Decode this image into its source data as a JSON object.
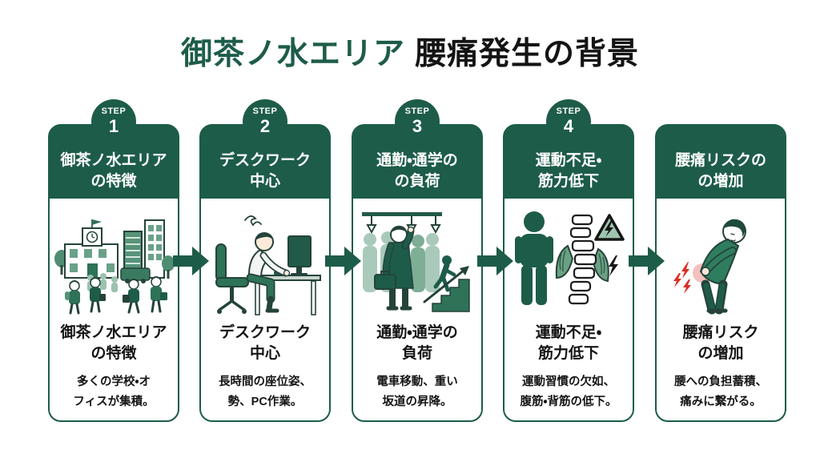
{
  "page": {
    "title_highlight": "御茶ノ水エリア",
    "title_rest": "腰痛発生の背景"
  },
  "colors": {
    "primary_green": "#1d5c49",
    "text_black": "#141414",
    "pain_red": "#d93025",
    "illustration_mid_green": "#2e7257",
    "illustration_light_green": "#a9cabb",
    "card_background": "#ffffff"
  },
  "steps": [
    {
      "step_label": "STEP",
      "step_number": "1",
      "header_line1": "御茶ノ水エリア",
      "header_line2": "の特徴",
      "illustration": "city-school-office-crowd",
      "body_line1": "御茶ノ水エリア",
      "body_line2": "の特徴",
      "desc_line1": "多くの学校・オ",
      "desc_line2": "フィスが集積。"
    },
    {
      "step_label": "STEP",
      "step_number": "2",
      "header_line1": "デスクワーク",
      "header_line2": "中心",
      "illustration": "desk-work",
      "body_line1": "デスクワーク",
      "body_line2": "中心",
      "desc_line1": "長時間の座位姿、",
      "desc_line2": "勢、PC作業。"
    },
    {
      "step_label": "STEP",
      "step_number": "3",
      "header_line1": "通勤・通学の",
      "header_line2": "の負荷",
      "illustration": "crowded-train-and-stairs",
      "body_line1": "通勤・通学の",
      "body_line2": "負荷",
      "desc_line1": "電車移動、重い",
      "desc_line2": "坂道の昇降。"
    },
    {
      "step_label": "STEP",
      "step_number": "4",
      "header_line1": "運動不足・",
      "header_line2": "筋力低下",
      "illustration": "inactivity-weak-spine",
      "body_line1": "運動不足・",
      "body_line2": "筋力低下",
      "desc_line1": "運動習慣の欠如、",
      "desc_line2": "腹筋・背筋の低下。"
    },
    {
      "header_line1": "腰痛リスクの",
      "header_line2": "の増加",
      "illustration": "man-with-back-pain",
      "body_line1": "腰痛リスク",
      "body_line2": "の増加",
      "desc_line1": "腰への負担蓄積、",
      "desc_line2": "痛みに繋がる。"
    }
  ]
}
